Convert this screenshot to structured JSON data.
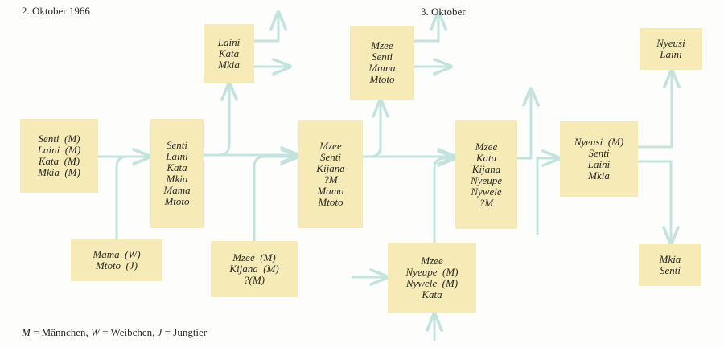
{
  "headings": {
    "day1": "2. Oktober 1966",
    "day2": "3. Oktober"
  },
  "legend": {
    "parts": [
      {
        "sym": "M",
        "text": " = Männchen, "
      },
      {
        "sym": "W",
        "text": " = Weibchen, "
      },
      {
        "sym": "J",
        "text": " = Jungtier"
      }
    ]
  },
  "boxes": {
    "b1": [
      "Senti  (M)",
      "Laini  (M)",
      "Kata  (M)",
      "Mkia  (M)"
    ],
    "b2": [
      "Mama  (W)",
      "Mtoto  (J)"
    ],
    "b3": [
      "Senti",
      "Laini",
      "Kata",
      "Mkia",
      "Mama",
      "Mtoto"
    ],
    "b4": [
      "Laini",
      "Kata",
      "Mkia"
    ],
    "b5": [
      "Mzee  (M)",
      "Kijana  (M)",
      "?(M)"
    ],
    "b6": [
      "Mzee",
      "Senti",
      "Kijana",
      "?M",
      "Mama",
      "Mtoto"
    ],
    "b7": [
      "Mzee",
      "Senti",
      "Mama",
      "Mtoto"
    ],
    "b8": [
      "Mzee",
      "Nyeupe  (M)",
      "Nywele  (M)",
      "Kata"
    ],
    "b9": [
      "Mzee",
      "Kata",
      "Kijana",
      "Nyeupe",
      "Nywele",
      "?M"
    ],
    "b10": [
      "Nyeusi  (M)",
      "Senti",
      "Laini",
      "Mkia"
    ],
    "b11": [
      "Nyeusi",
      "Laini"
    ],
    "b12": [
      "Mkia",
      "Senti"
    ]
  },
  "colors": {
    "box": "#f6ebb6",
    "arrow": "#c4e2de",
    "text": "#2a2a2a"
  }
}
